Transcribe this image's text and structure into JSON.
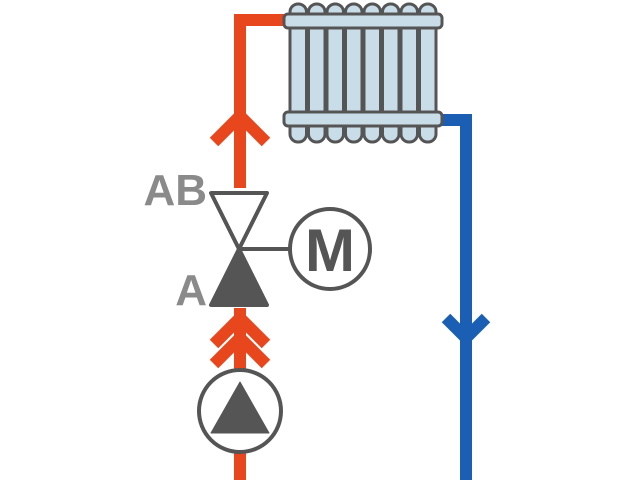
{
  "labels": {
    "port_ab": "AB",
    "port_a": "A",
    "motor": "M"
  },
  "colors": {
    "supply_pipe": "#e8471e",
    "return_pipe": "#1a5fb4",
    "symbol_stroke": "#555555",
    "symbol_fill": "#555555",
    "label_gray": "#8a8a8a",
    "radiator_fill": "#c9dde9",
    "radiator_stroke": "#555555",
    "background": "#ffffff"
  },
  "icons": {
    "radiator": "radiator-icon",
    "mixing_valve": "three-way-valve-icon",
    "actuator": "motor-actuator-icon",
    "pump": "circulation-pump-icon"
  }
}
